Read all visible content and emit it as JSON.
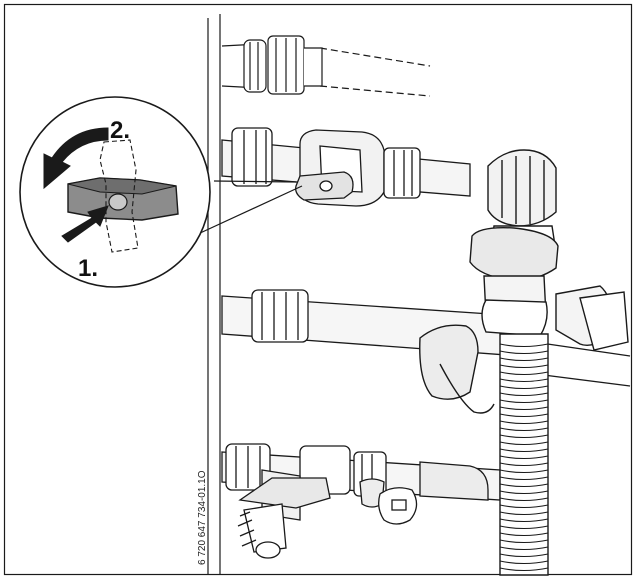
{
  "figure": {
    "step_1_label": "1.",
    "step_2_label": "2.",
    "figure_code": "6 720 647 734-01.1O",
    "line_color": "#1a1a1a",
    "fill_light": "#f2f2f2",
    "fill_mid": "#e3e3e3",
    "handle_fill": "#8c8c8c"
  }
}
